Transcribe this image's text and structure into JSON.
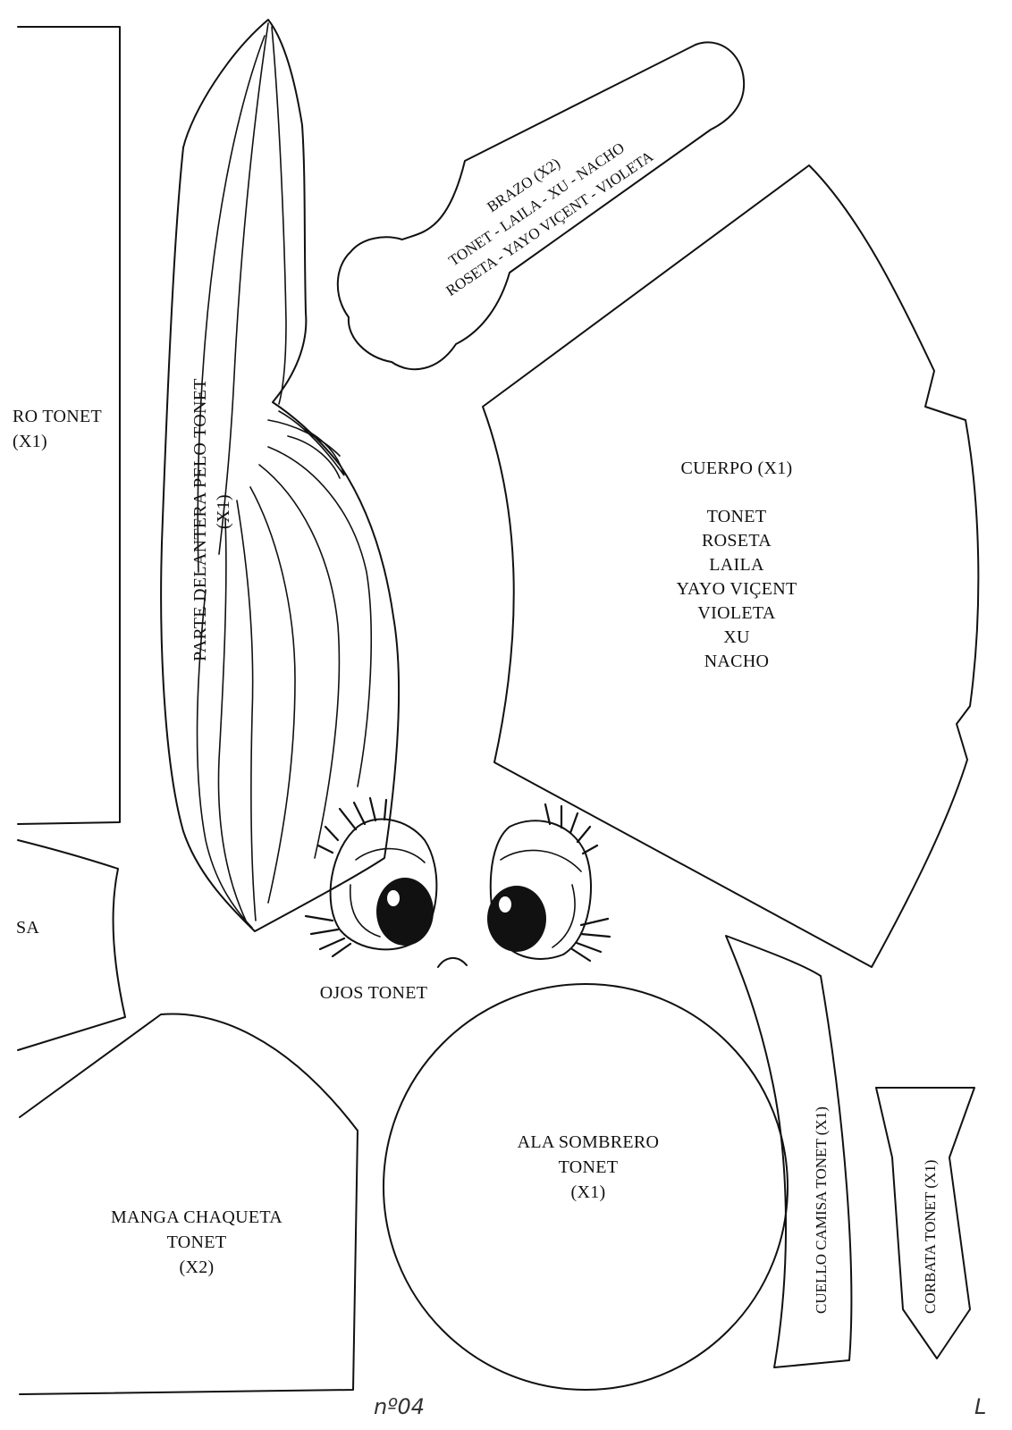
{
  "pattern_pieces": {
    "left_piece_partial": {
      "lines": [
        "RO TONET",
        "(X1)"
      ]
    },
    "left_small_piece_partial": {
      "label": "SA"
    },
    "hair_front": {
      "line1": "PARTE DELANTERA PELO TONET",
      "line2": "(X1)"
    },
    "arm": {
      "line1": "BRAZO (X2)",
      "line2": "TONET - LAILA - XU - NACHO",
      "line3": "ROSETA - YAYO VIÇENT - VIOLETA"
    },
    "body": {
      "title": "CUERPO (X1)",
      "names": [
        "TONET",
        "ROSETA",
        "LAILA",
        "YAYO VIÇENT",
        "VIOLETA",
        "XU",
        "NACHO"
      ]
    },
    "eyes": {
      "label": "OJOS TONET"
    },
    "hat_brim": {
      "lines": [
        "ALA SOMBRERO",
        "TONET",
        "(X1)"
      ]
    },
    "sleeve": {
      "lines": [
        "MANGA CHAQUETA",
        "TONET",
        "(X2)"
      ]
    },
    "collar": {
      "label": "CUELLO CAMISA TONET (X1)"
    },
    "tie": {
      "label": "CORBATA TONET (X1)"
    }
  },
  "handwritten": {
    "page_number": "nº04",
    "corner_mark": "L"
  },
  "colors": {
    "ink": "#111111",
    "paper": "#ffffff"
  }
}
